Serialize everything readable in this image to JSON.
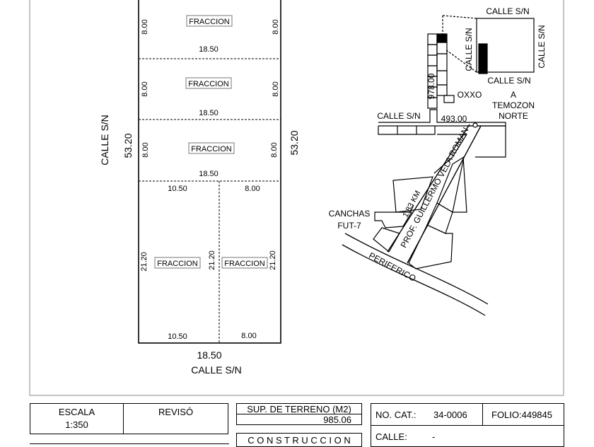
{
  "lots": {
    "fraccion": "FRACCION",
    "dim_width": "18.50",
    "dim_depth": "8.00",
    "dim_left": "10.50",
    "dim_right": "8.00",
    "dim_tall": "21.20",
    "total_depth": "53.20",
    "street": "CALLE S/N"
  },
  "location": {
    "street_top": "CALLE S/N",
    "street_left": "CALLE S/N",
    "street_right": "CALLE S/N",
    "street_bottom": "CALLE S/N",
    "street_west": "CALLE S/N",
    "dist_vertical": "978.00",
    "dist_horizontal": "493.00",
    "oxxo": "OXXO",
    "temozon_1": "A",
    "temozon_2": "TEMOZON",
    "temozon_3": "NORTE",
    "canchas_1": "CANCHAS",
    "canchas_2": "FUT-7",
    "distance_km": "1.83 KM",
    "avenue": "PROF. GUILLERMO VELA ROMAN",
    "periferico": "PERIFERICO"
  },
  "info": {
    "escala_label": "ESCALA",
    "escala_value": "1:350",
    "reviso_label": "REVISÓ",
    "sup_terreno_label": "SUP. DE TERRENO (M2)",
    "sup_terreno_value": "985.06",
    "construccion_label": "C O N S T R U C C I O N",
    "no_cat_label": "NO. CAT.:",
    "no_cat_value": "34-0006",
    "folio_label": "FOLIO:449845",
    "calle_label": "CALLE:",
    "calle_value": "-"
  }
}
